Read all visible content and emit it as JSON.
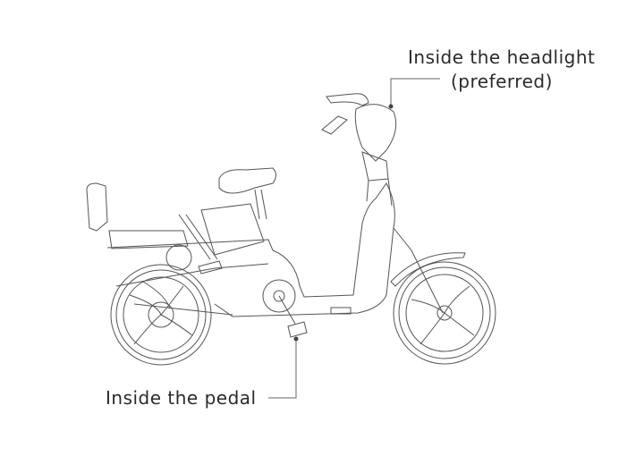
{
  "labels": {
    "headlight_line1": "Inside the headlight",
    "headlight_line2": "(preferred)",
    "pedal": "Inside the pedal"
  },
  "colors": {
    "line": "#555555",
    "text": "#2a2a2a",
    "dot": "#444444"
  }
}
